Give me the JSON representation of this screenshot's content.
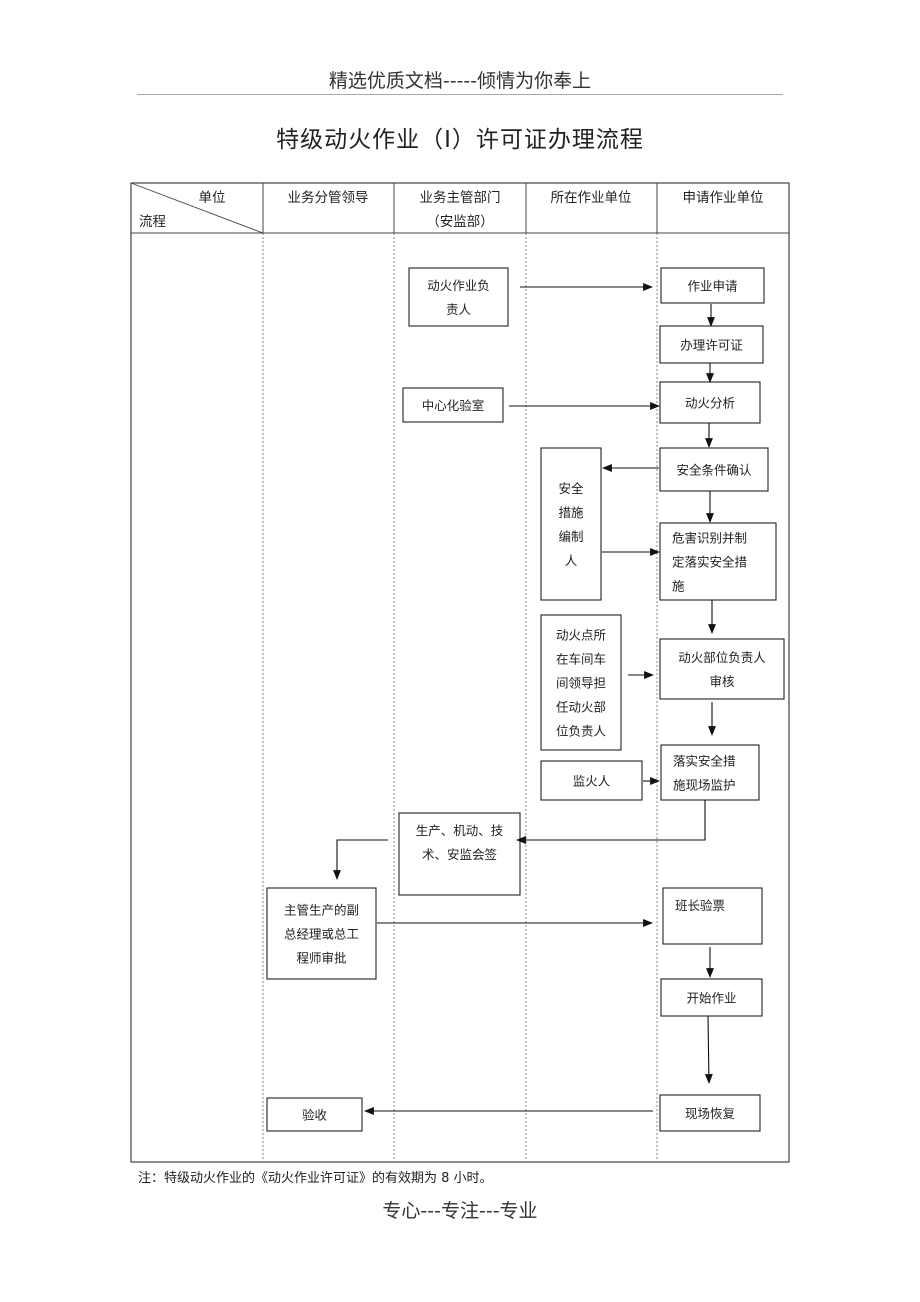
{
  "page": {
    "header": "精选优质文档-----倾情为你奉上",
    "title": "特级动火作业（Ⅰ）许可证办理流程",
    "note": "注：特级动火作业的《动火作业许可证》的有效期为 8 小时。",
    "footer": "专心---专注---专业"
  },
  "table": {
    "corner_top": "单位",
    "corner_bottom": "流程",
    "columns": [
      {
        "label": "业务分管领导"
      },
      {
        "label": "业务主管部门",
        "sub": "（安监部）"
      },
      {
        "label": "所在作业单位"
      },
      {
        "label": "申请作业单位"
      }
    ]
  },
  "nodes": {
    "fire_work_lead": [
      "动火作业负",
      "责人"
    ],
    "lab": [
      "中心化验室"
    ],
    "apply": [
      "作业申请"
    ],
    "permit": [
      "办理许可证"
    ],
    "analysis": [
      "动火分析"
    ],
    "safety_confirm": [
      "安全条件确认"
    ],
    "measure_writer": [
      "安全",
      "措施",
      "编制",
      "人"
    ],
    "hazard_id": [
      "危害识别并制",
      "定落实安全措",
      "施"
    ],
    "workshop_lead": [
      "动火点所",
      "在车间车",
      "间领导担",
      "任动火部",
      "位负责人"
    ],
    "site_review": [
      "动火部位负责人",
      "审核"
    ],
    "fire_watch": [
      "监火人"
    ],
    "implement": [
      "落实安全措",
      "施现场监护"
    ],
    "countersign": [
      "生产、机动、技",
      "术、安监会签"
    ],
    "approval": [
      "主管生产的副",
      "总经理或总工",
      "程师审批"
    ],
    "team_check": [
      "班长验票"
    ],
    "start": [
      "开始作业"
    ],
    "restore": [
      "现场恢复"
    ],
    "acceptance": [
      "验收"
    ]
  },
  "colors": {
    "line": "#333333",
    "divider": "#666666"
  }
}
